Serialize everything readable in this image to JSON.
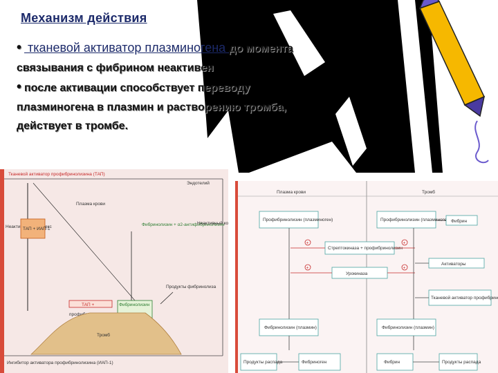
{
  "slide": {
    "title": "Механизм действия",
    "bullet1_blue": " тканевой активатор плазминогена ",
    "bullet1_rest": "до момента",
    "line2": "связывания с фибрином  неактивен",
    "bullet2": "после активации способствует переводу",
    "line4": "плазминогена в плазмин и растворению тромба,",
    "line5": "действует в тромбе."
  },
  "left_figure": {
    "tap_header": "Тканевой активатор профибринолизина (ТАП)",
    "endothelium": "Эндотелий",
    "blood_plasma": "Плазма крови",
    "inactive_complex_left": "Неактивный комплекс",
    "tap_box": "ТАП + ИАП-1",
    "fibrinolysin": "Фибринолизин + α2-антифибринолизин",
    "inactive_complex_right": "Неактивный комплекс",
    "products": "Продукты фибринолиза",
    "tap_plus": "ТАП +",
    "profibrinolysin": "профибринолизин",
    "fibrinolysin_green": "Фибринолизин",
    "thrombus": "Тромб",
    "inhibitor": "Ингибитор активатора профибринолизина (ИАП-1)"
  },
  "right_figure": {
    "col_plasma": "Плазма крови",
    "col_thrombus": "Тромб",
    "prof_left": "Профибринолизин (плазминоген)",
    "prof_right": "Профибринолизин (плазминоген)",
    "fibrin_top": "Фибрин",
    "strepto": "Стрептокиназа + профибринолизин",
    "urokinase": "Урокиназа",
    "activators": "Активаторы",
    "tissue_activator": "Тканевой активатор профибринолизина",
    "fibrinolysin_left": "Фибринолизин (плазмин)",
    "fibrinolysin_right": "Фибринолизин (плазмин)",
    "products_left": "Продукты распада",
    "fibrinogen": "Фибриноген",
    "fibrin_bottom": "Фибрин",
    "products_right": "Продукты распада",
    "plus_sign": "+"
  }
}
